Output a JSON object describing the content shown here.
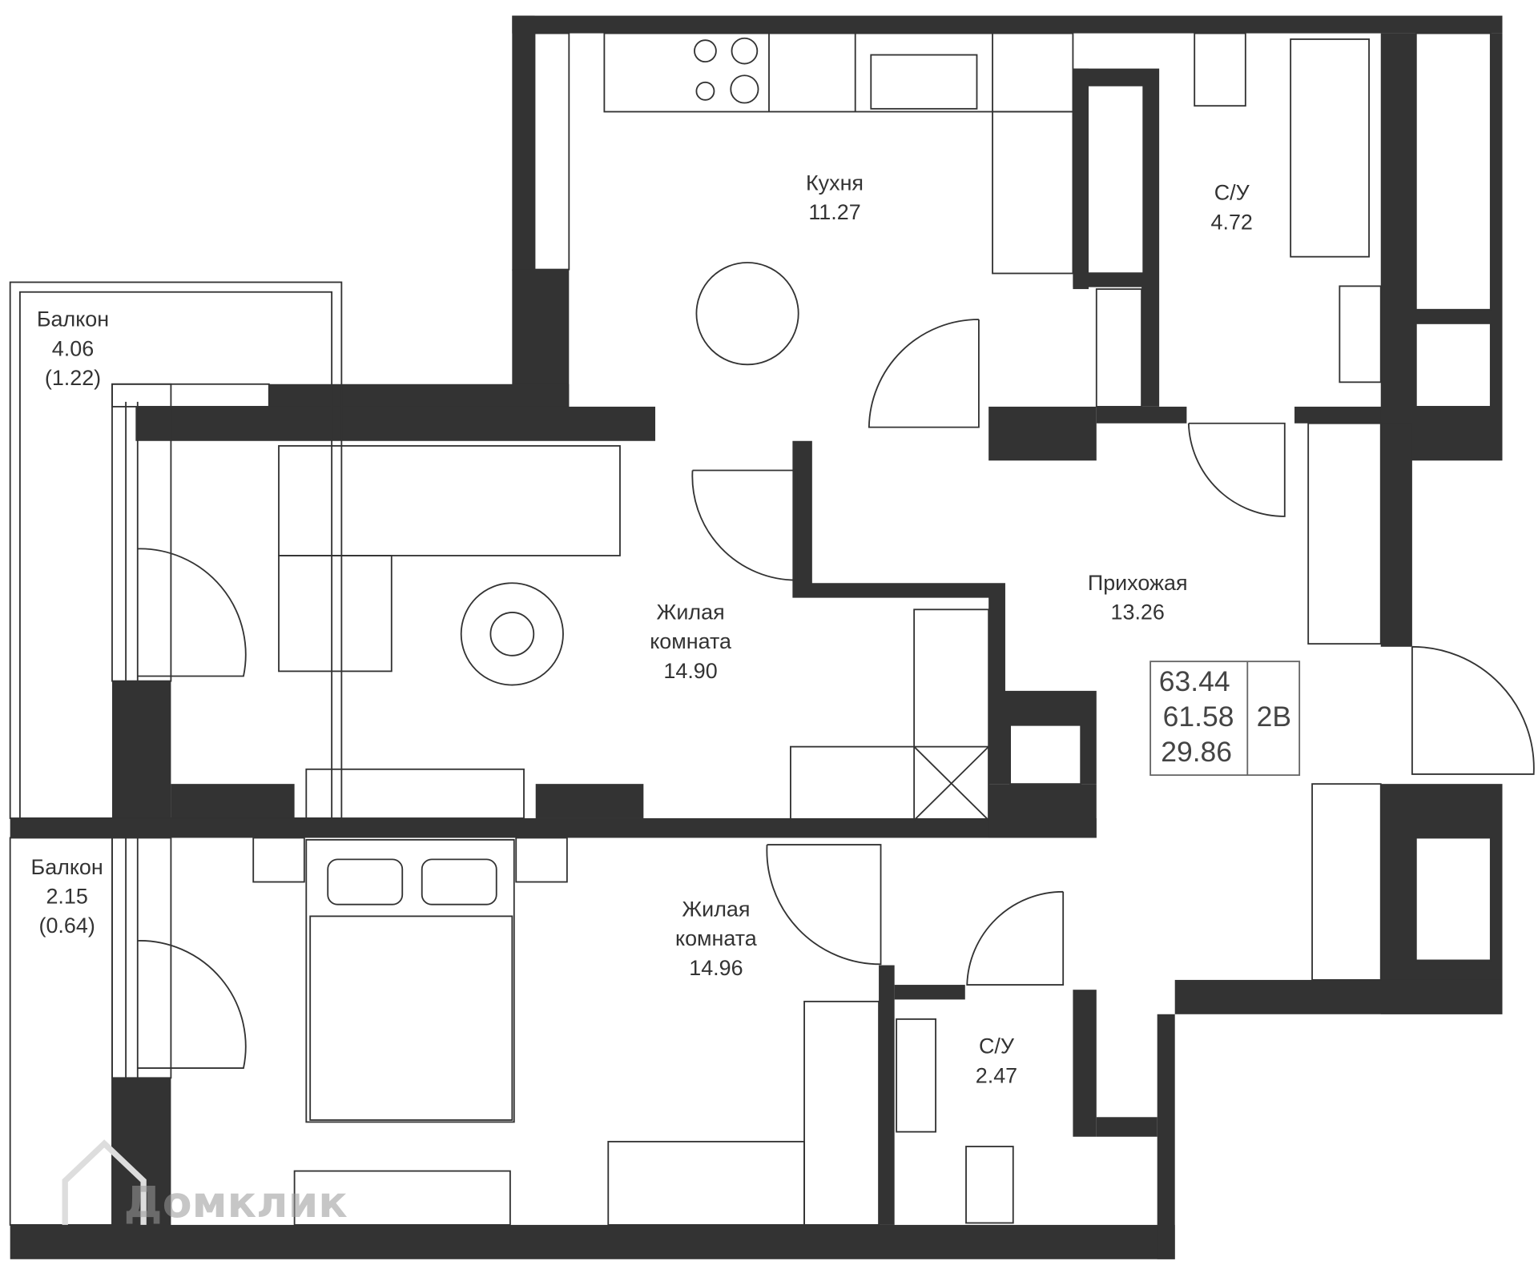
{
  "rooms": {
    "kitchen": {
      "name": "Кухня",
      "area": "11.27"
    },
    "bath1": {
      "name": "С/У",
      "area": "4.72"
    },
    "balcony1": {
      "name": "Балкон",
      "area": "4.06",
      "coef": "(1.22)"
    },
    "living1": {
      "name1": "Жилая",
      "name2": "комната",
      "area": "14.90"
    },
    "hall": {
      "name": "Прихожая",
      "area": "13.26"
    },
    "balcony2": {
      "name": "Балкон",
      "area": "2.15",
      "coef": "(0.64)"
    },
    "living2": {
      "name1": "Жилая",
      "name2": "комната",
      "area": "14.96"
    },
    "bath2": {
      "name": "С/У",
      "area": "2.47"
    }
  },
  "summary": {
    "total": "63.44",
    "living_total": "61.58",
    "living": "29.86",
    "type": "2В"
  },
  "watermark": "Домклик"
}
